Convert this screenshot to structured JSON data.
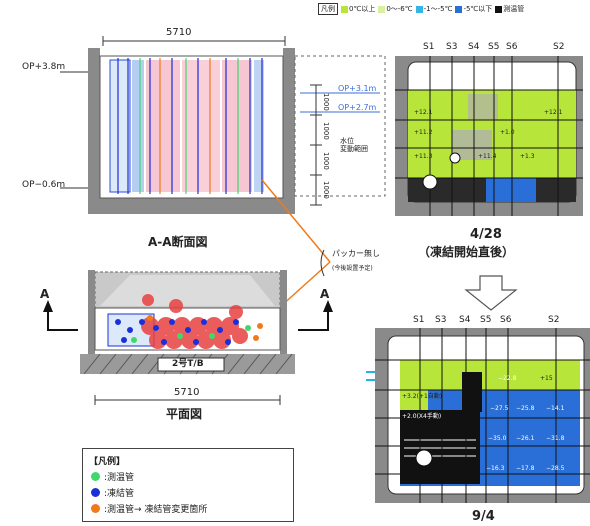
{
  "top_legend": {
    "title": "凡例",
    "items": [
      {
        "label": "0℃以上",
        "color": "#b7e53a"
      },
      {
        "label": "0〜-6℃",
        "color": "#d8f0a0"
      },
      {
        "label": "-1〜-5℃",
        "color": "#33b5e8"
      },
      {
        "label": "-5℃以下",
        "color": "#2a6fd8"
      },
      {
        "label": "測温管",
        "color": "#111111"
      }
    ]
  },
  "section": {
    "width_label": "5710",
    "op_top": "OP+3.8m",
    "op_bottom": "OP−0.6m",
    "water_level_1": "OP+3.1m",
    "water_level_2": "OP+2.7m",
    "water_range_label": "水位\n変動範囲",
    "spacings": [
      "1000",
      "1000",
      "1000",
      "1000"
    ],
    "caption": "A-A断面図"
  },
  "plan": {
    "width_label": "5710",
    "caption": "平面図",
    "building_label": "2号T/B",
    "marker_left": "A",
    "marker_right": "A",
    "packer_note": "パッカー無し",
    "packer_note_2": "(今後設置予定)"
  },
  "snapshot_1": {
    "columns": [
      "S1",
      "S3",
      "S4",
      "S5",
      "S6",
      "S2"
    ],
    "date": "4/28",
    "caption": "（凍結開始直後）",
    "values": [
      "+12.1",
      "+11.2",
      "+11.3",
      "+11.4",
      "+1.0",
      "+1.3",
      "+12.1"
    ]
  },
  "snapshot_2": {
    "columns": [
      "S1",
      "S3",
      "S4",
      "S5",
      "S6",
      "S2"
    ],
    "date": "9/4",
    "values": [
      "−22.8",
      "+15",
      "+3.2(+1自動)",
      "+2.0(X4手動)",
      "−27.5",
      "−25.8",
      "−14.1",
      "−26.1",
      "−31.8",
      "−16.3",
      "−17.8",
      "−28.5",
      "−35.0"
    ]
  },
  "legend": {
    "title": "【凡例】",
    "items": [
      {
        "label": ":測温管",
        "color": "#3fd86a"
      },
      {
        "label": ":凍結管",
        "color": "#1b2fd8"
      },
      {
        "label": ":測温管→ 凍結管変更箇所",
        "color": "#f07a1a"
      }
    ]
  }
}
